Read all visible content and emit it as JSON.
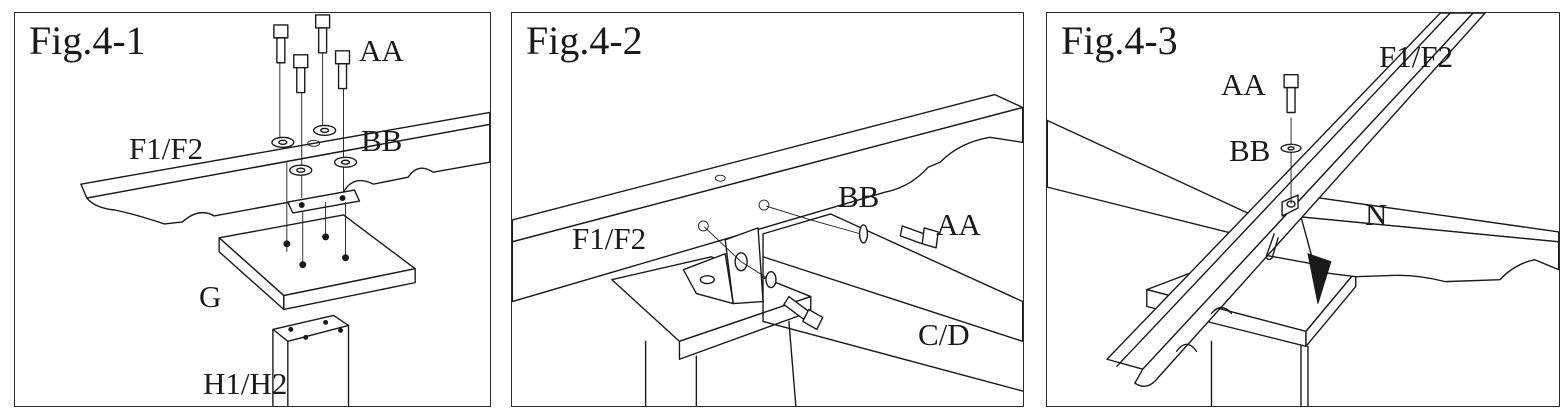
{
  "figures": [
    {
      "title": "Fig.4-1",
      "labels": {
        "screw": "AA",
        "washer": "BB",
        "rail": "F1/F2",
        "bracket": "G",
        "leg": "H1/H2"
      }
    },
    {
      "title": "Fig.4-2",
      "labels": {
        "washer": "BB",
        "screw": "AA",
        "rail": "F1/F2",
        "side": "C/D"
      }
    },
    {
      "title": "Fig.4-3",
      "labels": {
        "rail": "F1/F2",
        "screw": "AA",
        "washer": "BB",
        "part": "N"
      }
    }
  ]
}
